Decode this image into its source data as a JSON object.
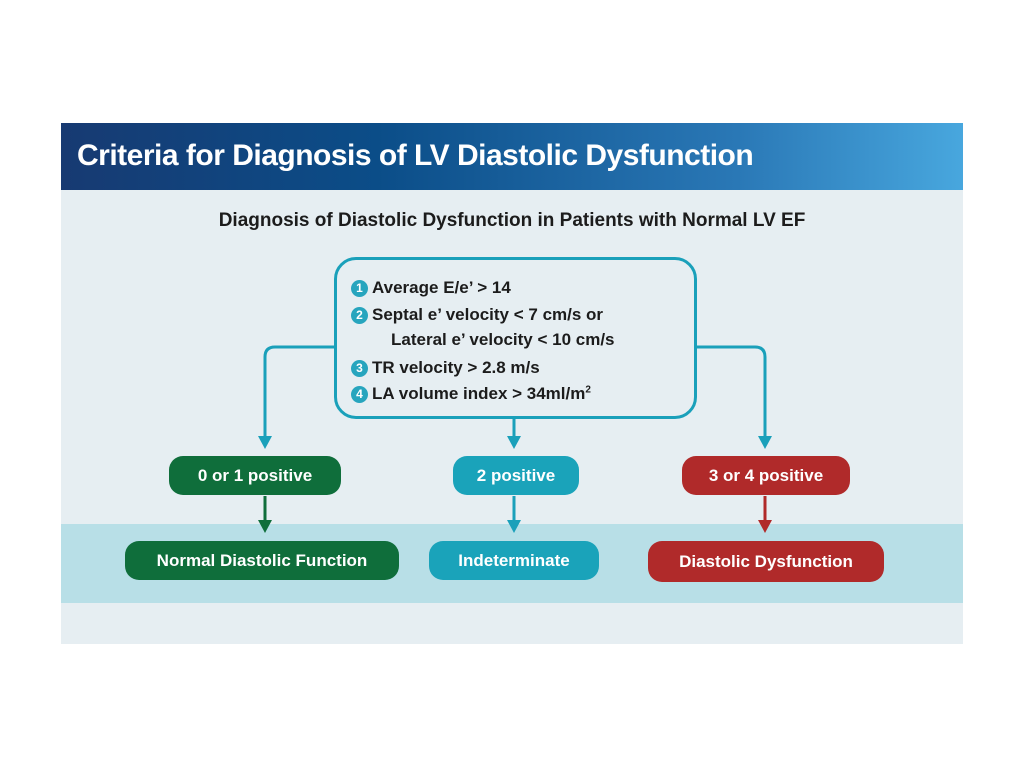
{
  "header": {
    "title": "Criteria for Diagnosis of LV Diastolic Dysfunction"
  },
  "subtitle": "Diagnosis of Diastolic Dysfunction in Patients with Normal LV EF",
  "criteria": [
    {
      "num": "1",
      "line1": "Average E/e’ > 14"
    },
    {
      "num": "2",
      "line1": "Septal e’ velocity < 7 cm/s or",
      "line2": "Lateral e’ velocity < 10 cm/s"
    },
    {
      "num": "3",
      "line1": "TR velocity > 2.8 m/s"
    },
    {
      "num": "4",
      "line1": "LA volume index > 34ml/m",
      "sup": "2"
    }
  ],
  "counts": [
    {
      "label": "0 or 1 positive",
      "color": "#0f6e3b"
    },
    {
      "label": "2 positive",
      "color": "#1aa3ba"
    },
    {
      "label": "3 or 4 positive",
      "color": "#b02a2a"
    }
  ],
  "outcomes": [
    {
      "label": "Normal Diastolic Function",
      "color": "#0f6e3b"
    },
    {
      "label": "Indeterminate",
      "color": "#1aa3ba"
    },
    {
      "label": "Diastolic Dysfunction",
      "color": "#b02a2a"
    }
  ],
  "colors": {
    "connector": "#1aa0ba"
  }
}
